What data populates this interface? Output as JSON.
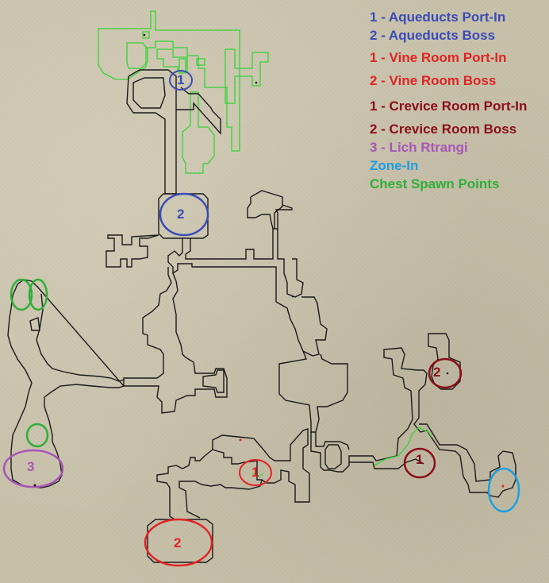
{
  "legend": {
    "items": [
      {
        "text": "1 - Aqueducts Port-In",
        "color": "#3b4bb8"
      },
      {
        "text": "2 - Aqueducts Boss",
        "color": "#3b4bb8"
      },
      {
        "text": "1 - Vine Room Port-In",
        "color": "#e02424"
      },
      {
        "text": "2 - Vine Room Boss",
        "color": "#e02424"
      },
      {
        "text": "1 - Crevice Room Port-In",
        "color": "#8b0d18"
      },
      {
        "text": "2 - Crevice Room Boss",
        "color": "#8b0d18"
      },
      {
        "text": "3 - Lich Rtrangi",
        "color": "#a855b8"
      },
      {
        "text": "Zone-In",
        "color": "#1a9fe0"
      },
      {
        "text": "Chest Spawn Points",
        "color": "#2fae3a"
      }
    ]
  },
  "markers": {
    "aqueducts_port_in": "1",
    "aqueducts_boss": "2",
    "vine_port_in": "1",
    "vine_boss": "2",
    "crevice_port_in": "1",
    "crevice_boss": "2",
    "lich": "3"
  },
  "colors": {
    "aqueducts": "#3b4bb8",
    "vine": "#e02424",
    "crevice": "#8b0d18",
    "lich": "#a855b8",
    "zone_in": "#1a9fe0",
    "chest": "#2fae3a",
    "walls": "#111111",
    "upper_level": "#33cc33"
  }
}
